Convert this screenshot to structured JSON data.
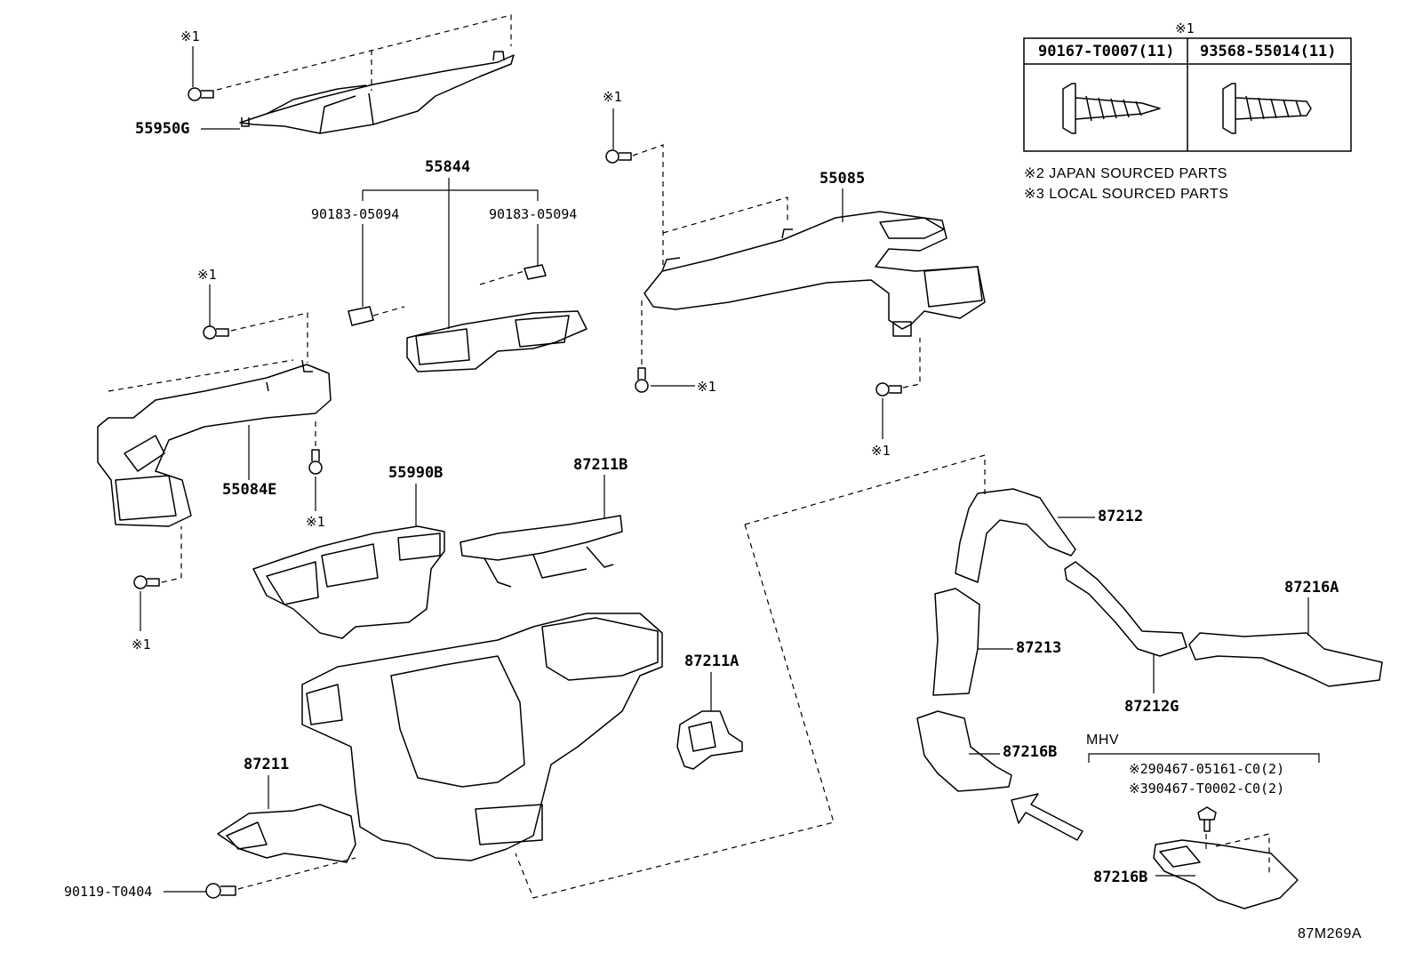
{
  "labels": {
    "p55950G": "55950G",
    "p55844": "55844",
    "p90183a": "90183-05094",
    "p90183b": "90183-05094",
    "p55085": "55085",
    "p55084E": "55084E",
    "p55990B": "55990B",
    "p87211B": "87211B",
    "p87211A": "87211A",
    "p87211": "87211",
    "p90119": "90119-T0404",
    "p87212": "87212",
    "p87213": "87213",
    "p87216A": "87216A",
    "p87212G": "87212G",
    "p87216B": "87216B",
    "p87216B2": "87216B"
  },
  "marks": {
    "ref1": "※1"
  },
  "table": {
    "header_mark": "※1",
    "col1": "90167-T0007(11)",
    "col2": "93568-55014(11)"
  },
  "notes": {
    "n2": "※2 JAPAN SOURCED PARTS",
    "n3": "※3 LOCAL SOURCED PARTS"
  },
  "mhv": {
    "title": "MHV",
    "line1": "※290467-05161-C0(2)",
    "line2": "※390467-T0002-C0(2)"
  },
  "diagram_code": "87M269A"
}
